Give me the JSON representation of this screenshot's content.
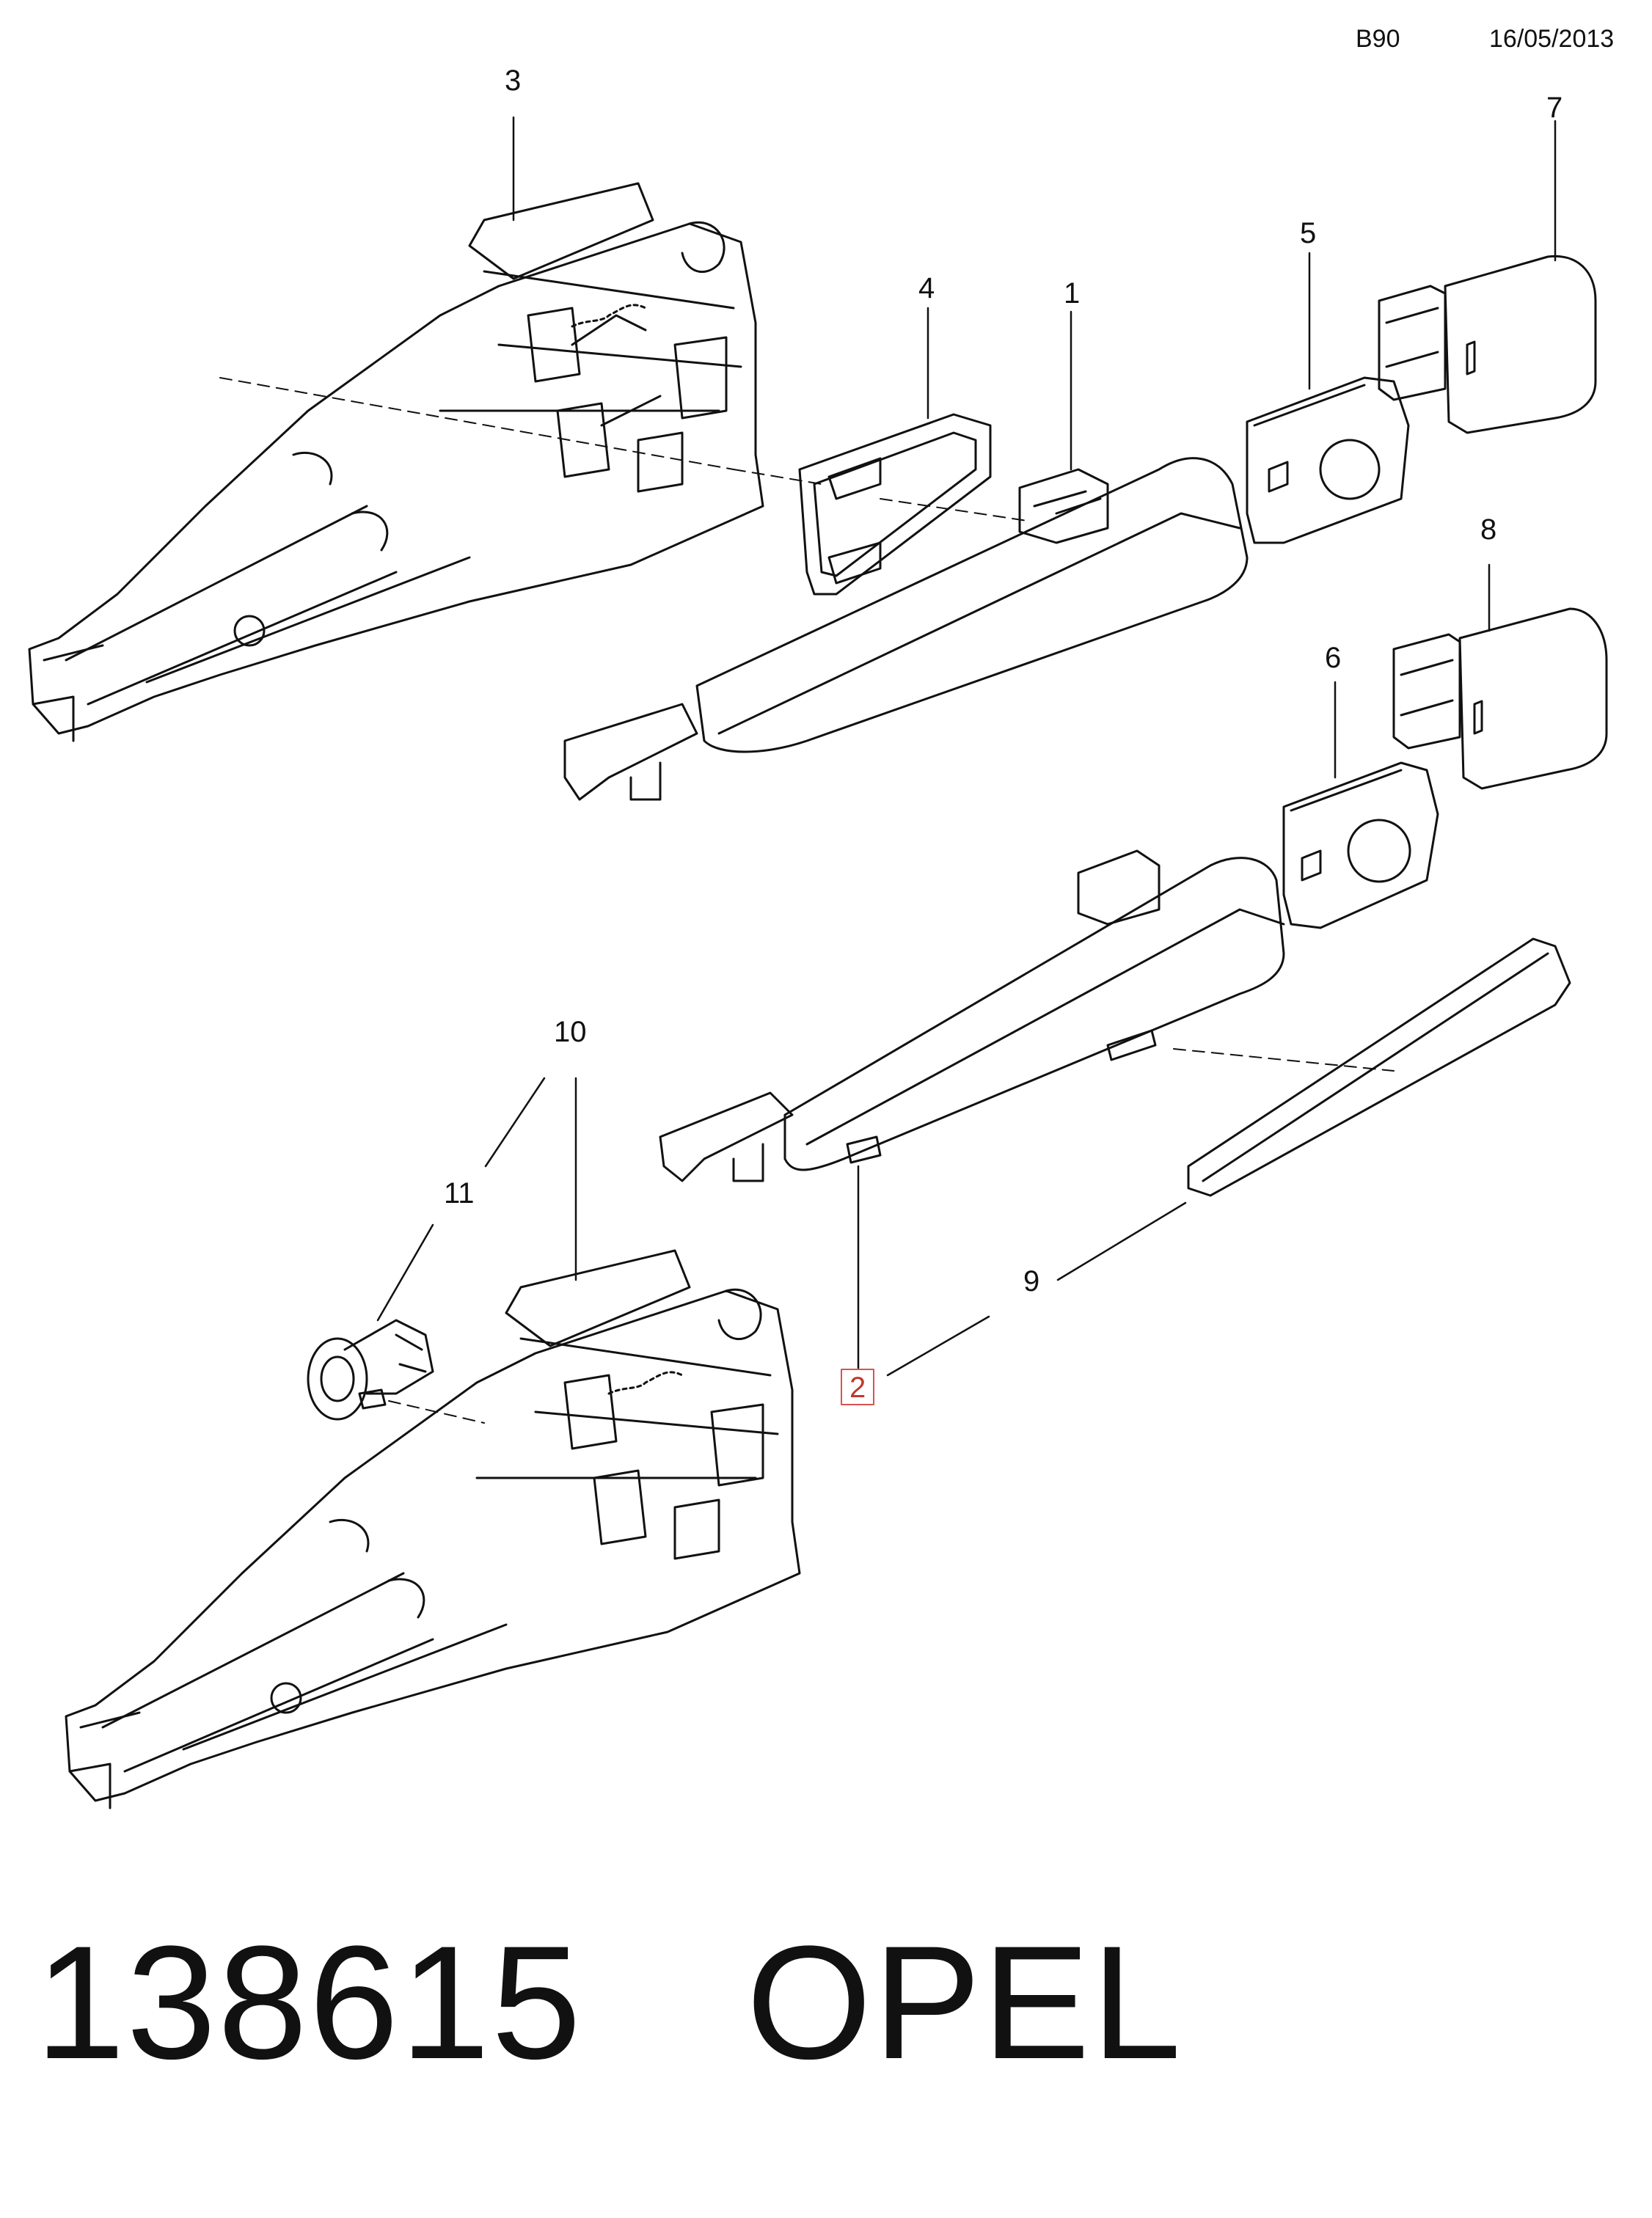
{
  "header": {
    "code": "B90",
    "date": "16/05/2013"
  },
  "callouts": {
    "c1": "1",
    "c2": "2",
    "c3": "3",
    "c4": "4",
    "c5": "5",
    "c6": "6",
    "c7": "7",
    "c8": "8",
    "c9": "9",
    "c10": "10",
    "c11": "11"
  },
  "highlight": {
    "callout": "2",
    "color": "#d9534f"
  },
  "footer": {
    "part_number": "138615",
    "brand": "OPEL"
  }
}
